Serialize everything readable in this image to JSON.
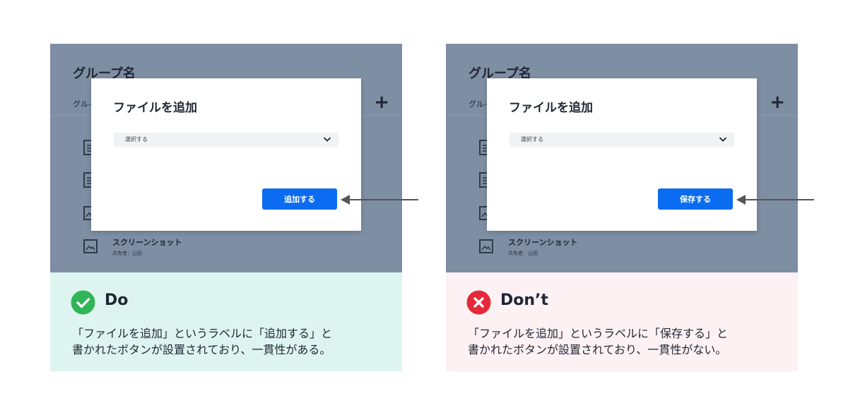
{
  "colors": {
    "screen_overlay": "#7e8ea3",
    "primary_button": "#0b6cf1",
    "do_background": "#def4f0",
    "dont_background": "#fdf1f3",
    "do_icon": "#2fb457",
    "dont_icon": "#e5293a",
    "arrow": "#555555"
  },
  "do": {
    "group_title": "グループ名",
    "group_tab": "グル-",
    "files": [
      {
        "icon": "document-icon"
      },
      {
        "icon": "document-icon"
      },
      {
        "icon": "image-icon"
      },
      {
        "icon": "image-icon",
        "name": "スクリーンショット",
        "meta": "共有者：山田"
      }
    ],
    "dialog": {
      "title": "ファイルを追加",
      "select_value": "選択する",
      "button_label": "追加する"
    },
    "verdict": "Do",
    "verdict_icon": "check-circle-icon",
    "description_line1": "「ファイルを追加」というラベルに「追加する」と",
    "description_line2": "書かれたボタンが設置されており、一貫性がある。"
  },
  "dont": {
    "group_title": "グループ名",
    "group_tab": "グル-",
    "files": [
      {
        "icon": "document-icon"
      },
      {
        "icon": "document-icon"
      },
      {
        "icon": "image-icon"
      },
      {
        "icon": "image-icon",
        "name": "スクリーンショット",
        "meta": "共有者：山田"
      }
    ],
    "dialog": {
      "title": "ファイルを追加",
      "select_value": "選択する",
      "button_label": "保存する"
    },
    "verdict": "Don’t",
    "verdict_icon": "x-circle-icon",
    "description_line1": "「ファイルを追加」というラベルに「保存する」と",
    "description_line2": "書かれたボタンが設置されており、一貫性がない。"
  }
}
